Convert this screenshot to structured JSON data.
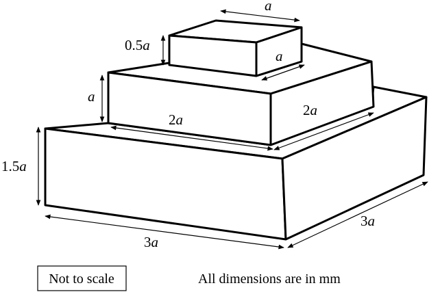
{
  "labels": {
    "top_width": "a",
    "top_height_num": "0.5",
    "top_height_var": "a",
    "top_depth": "a",
    "mid_height": "a",
    "mid_width_num": "2",
    "mid_width_var": "a",
    "mid_depth_num": "2",
    "mid_depth_var": "a",
    "bottom_height_num": "1.5",
    "bottom_height_var": "a",
    "bottom_width_num": "3",
    "bottom_width_var": "a",
    "bottom_depth_num": "3",
    "bottom_depth_var": "a"
  },
  "notes": {
    "scale": "Not to scale",
    "units": "All dimensions are in mm"
  },
  "colors": {
    "line": "#000000",
    "fill": "#ffffff"
  }
}
